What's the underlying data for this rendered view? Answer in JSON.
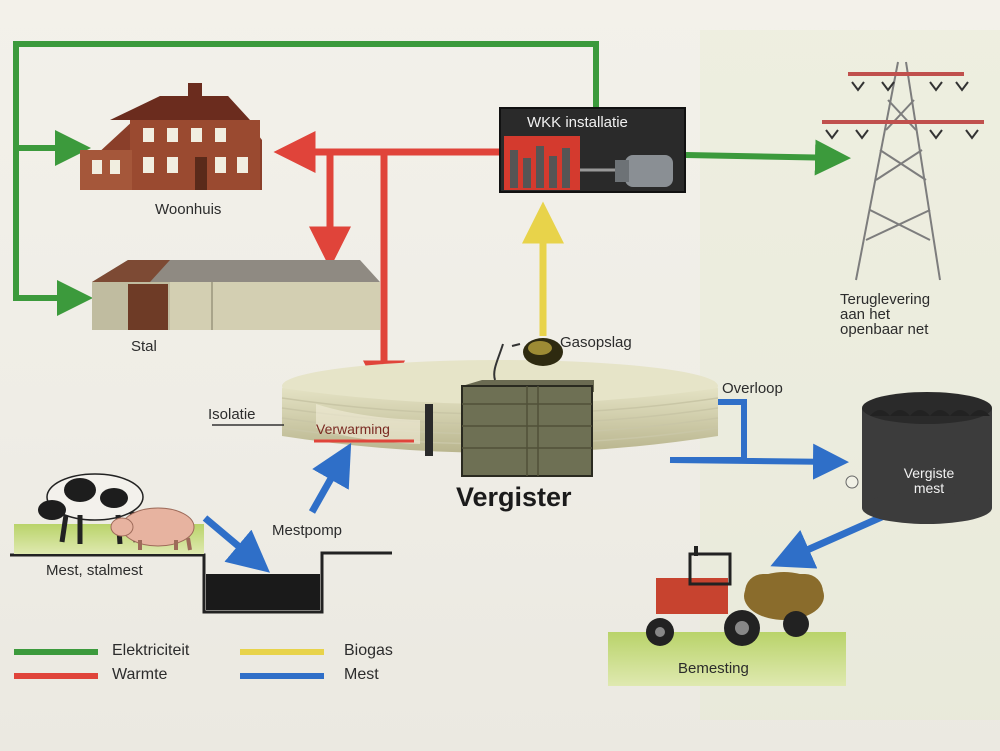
{
  "labels": {
    "woonhuis": "Woonhuis",
    "stal": "Stal",
    "wkk": "WKK installatie",
    "terug1": "Teruglevering",
    "terug2": "aan het",
    "terug3": "openbaar net",
    "gasopslag": "Gasopslag",
    "overloop": "Overloop",
    "isolatie": "Isolatie",
    "verwarming": "Verwarming",
    "vergister": "Vergister",
    "vergiste1": "Vergiste",
    "vergiste2": "mest",
    "mestpomp": "Mestpomp",
    "mest_stalmest": "Mest, stalmest",
    "bemesting": "Bemesting"
  },
  "legend": [
    {
      "label": "Elektriciteit",
      "color": "#3c9a3c"
    },
    {
      "label": "Warmte",
      "color": "#e0443a"
    },
    {
      "label": "Biogas",
      "color": "#e8d34a"
    },
    {
      "label": "Mest",
      "color": "#2f6fc8"
    }
  ],
  "colors": {
    "elektriciteit": "#3c9a3c",
    "warmte": "#e0443a",
    "biogas": "#e8d34a",
    "mest": "#2f6fc8"
  }
}
